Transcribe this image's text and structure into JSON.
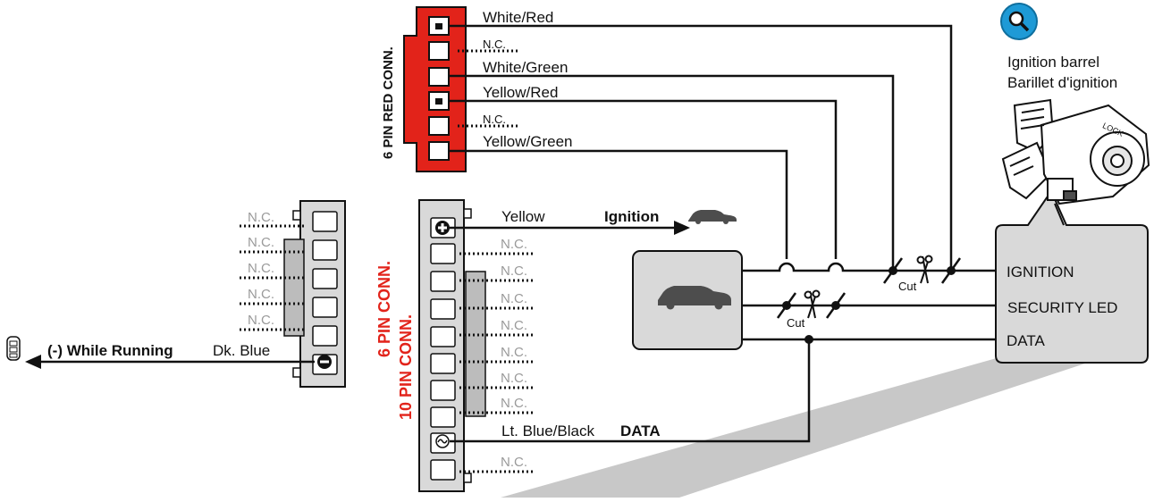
{
  "connectors": {
    "red_6pin_title": "6 PIN RED CONN.",
    "main_title_6": "6 PIN CONN.",
    "main_title_10": "10 PIN CONN."
  },
  "red_connector_wires": [
    {
      "label": "White/Red"
    },
    {
      "label": "N.C."
    },
    {
      "label": "White/Green"
    },
    {
      "label": "Yellow/Red"
    },
    {
      "label": "N.C."
    },
    {
      "label": "Yellow/Green"
    }
  ],
  "left_connector_wires": [
    {
      "label": "N.C."
    },
    {
      "label": "N.C."
    },
    {
      "label": "N.C."
    },
    {
      "label": "N.C."
    },
    {
      "label": "N.C."
    }
  ],
  "left_connector_output": {
    "wire_label": "Dk. Blue",
    "function_label": "(-) While Running"
  },
  "main_connector_wires": [
    {
      "label": "Yellow"
    },
    {
      "label": "N.C."
    },
    {
      "label": "N.C."
    },
    {
      "label": "N.C."
    },
    {
      "label": "N.C."
    },
    {
      "label": "N.C."
    },
    {
      "label": "N.C."
    },
    {
      "label": "N.C."
    },
    {
      "label": "Lt. Blue/Black"
    },
    {
      "label": "N.C."
    }
  ],
  "ignition_label": "Ignition",
  "data_label": "DATA",
  "ignition_barrel": {
    "line1": "Ignition barrel",
    "line2": "Barillet d'ignition"
  },
  "callout_labels": {
    "ignition": "IGNITION",
    "security_led": "SECURITY LED",
    "data": "DATA"
  },
  "cut_labels": [
    "Cut",
    "Cut"
  ],
  "barrel_key_text": "LOCK",
  "icons": [
    "magnifier-icon",
    "car-icon",
    "remote-icon",
    "scissors-icon",
    "plus-terminal-icon",
    "minus-terminal-icon",
    "tilde-terminal-icon"
  ],
  "colors": {
    "red_connector": "#e2231a",
    "connector_gray": "#d9d9d9",
    "wire": "#111111",
    "nc_gray": "#9a9a9a",
    "accent_red_text": "#e2231a",
    "magnifier_blue": "#1e9ad6",
    "road_gray": "#c8c8c8"
  }
}
